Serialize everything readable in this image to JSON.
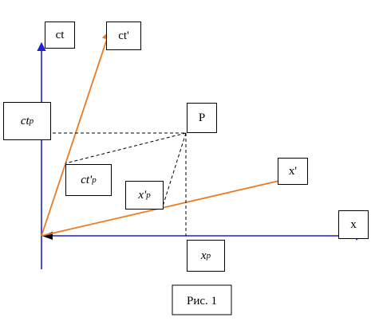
{
  "labels": {
    "ct_axis": "ct",
    "ct_prime_axis": "ct'",
    "ct_p_main": "ct",
    "ct_p_sub": "p",
    "point_P": "P",
    "ct_prime_p_main": "ct'",
    "ct_prime_p_sub": "p",
    "x_prime_axis": "x'",
    "x_prime_p_main": "x'",
    "x_prime_p_sub": "p",
    "x_axis": "x",
    "x_p_main": "x",
    "x_p_sub": "p",
    "caption": "Рис. 1"
  },
  "colors": {
    "lab_axes": "#1f1fd6",
    "moving_axes": "#ee7a1f",
    "projection_lines": "#000000",
    "label_border": "#000000"
  },
  "chart_data": {
    "type": "diagram",
    "points": [
      {
        "name": "P"
      }
    ]
  }
}
